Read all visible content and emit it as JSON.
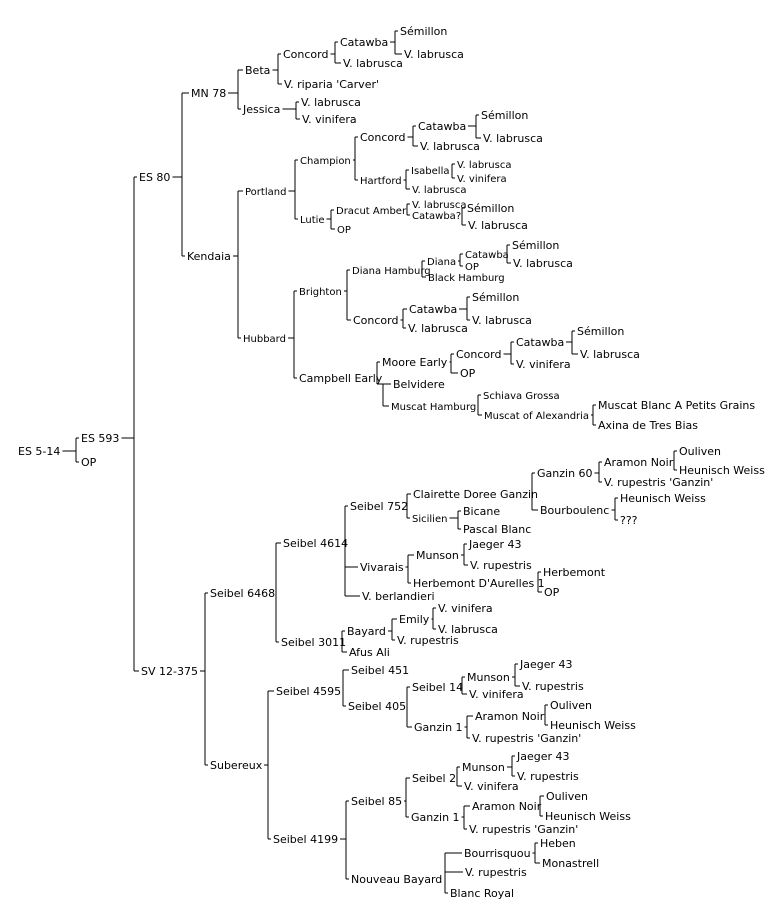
{
  "colors": {
    "background": "#ffffff",
    "ink": "#000000"
  },
  "tree": {
    "name": "ES 5-14",
    "children": [
      {
        "name": "ES 593",
        "children": [
          {
            "name": "ES 80",
            "children": [
              {
                "name": "MN 78",
                "children": [
                  {
                    "name": "Beta",
                    "children": [
                      {
                        "name": "Concord",
                        "children": [
                          {
                            "name": "Catawba",
                            "children": [
                              {
                                "name": "Sémillon"
                              },
                              {
                                "name": "V. labrusca"
                              }
                            ]
                          },
                          {
                            "name": "V. labrusca"
                          }
                        ]
                      },
                      {
                        "name": "V. riparia 'Carver'"
                      }
                    ]
                  },
                  {
                    "name": "Jessica",
                    "children": [
                      {
                        "name": "V. labrusca"
                      },
                      {
                        "name": "V. vinifera"
                      }
                    ]
                  }
                ]
              },
              {
                "name": "Kendaia",
                "children": [
                  {
                    "name": "Portland",
                    "children": [
                      {
                        "name": "Champion",
                        "children": [
                          {
                            "name": "Concord",
                            "children": [
                              {
                                "name": "Catawba",
                                "children": [
                                  {
                                    "name": "Sémillon"
                                  },
                                  {
                                    "name": "V. labrusca"
                                  }
                                ]
                              },
                              {
                                "name": "V. labrusca"
                              }
                            ]
                          },
                          {
                            "name": "Hartford",
                            "children": [
                              {
                                "name": "Isabella",
                                "children": [
                                  {
                                    "name": "V. labrusca"
                                  },
                                  {
                                    "name": "V. vinifera"
                                  }
                                ]
                              },
                              {
                                "name": "V. labrusca"
                              }
                            ]
                          }
                        ]
                      },
                      {
                        "name": "Lutie",
                        "children": [
                          {
                            "name": "Dracut Amber",
                            "children": [
                              {
                                "name": "V. labrusca"
                              },
                              {
                                "name": "Catawba?",
                                "children": [
                                  {
                                    "name": "Sémillon"
                                  },
                                  {
                                    "name": "V. labrusca"
                                  }
                                ]
                              }
                            ]
                          },
                          {
                            "name": "OP"
                          }
                        ]
                      }
                    ]
                  },
                  {
                    "name": "Hubbard",
                    "children": [
                      {
                        "name": "Brighton",
                        "children": [
                          {
                            "name": "Diana Hamburg",
                            "children": [
                              {
                                "name": "Diana",
                                "children": [
                                  {
                                    "name": "Catawba",
                                    "children": [
                                      {
                                        "name": "Sémillon"
                                      },
                                      {
                                        "name": "V. labrusca"
                                      }
                                    ]
                                  },
                                  {
                                    "name": "OP"
                                  }
                                ]
                              },
                              {
                                "name": "Black Hamburg"
                              }
                            ]
                          },
                          {
                            "name": "Concord",
                            "children": [
                              {
                                "name": "Catawba",
                                "children": [
                                  {
                                    "name": "Sémillon"
                                  },
                                  {
                                    "name": "V. labrusca"
                                  }
                                ]
                              },
                              {
                                "name": "V. labrusca"
                              }
                            ]
                          }
                        ]
                      },
                      {
                        "name": "Campbell Early",
                        "children": [
                          {
                            "name": "Moore Early",
                            "children": [
                              {
                                "name": "Concord",
                                "children": [
                                  {
                                    "name": "Catawba",
                                    "children": [
                                      {
                                        "name": "Sémillon"
                                      },
                                      {
                                        "name": "V. labrusca"
                                      }
                                    ]
                                  },
                                  {
                                    "name": "V. vinifera"
                                  }
                                ]
                              },
                              {
                                "name": "OP"
                              }
                            ]
                          },
                          {
                            "name": "Belvidere",
                            "children": [
                              {
                                "name": "Muscat Hamburg",
                                "children": [
                                  {
                                    "name": "Schiava Grossa"
                                  },
                                  {
                                    "name": "Muscat of Alexandria",
                                    "children": [
                                      {
                                        "name": "Muscat Blanc A Petits Grains"
                                      },
                                      {
                                        "name": "Axina de Tres Bias"
                                      }
                                    ]
                                  }
                                ]
                              }
                            ]
                          }
                        ]
                      }
                    ]
                  }
                ]
              }
            ]
          },
          {
            "name": "SV 12-375",
            "children": [
              {
                "name": "Seibel 6468",
                "children": [
                  {
                    "name": "Seibel 4614",
                    "children": [
                      {
                        "name": "Seibel 752",
                        "children": [
                          {
                            "name": "Clairette Doree Ganzin",
                            "children": [
                              {
                                "name": "Ganzin 60",
                                "children": [
                                  {
                                    "name": "Aramon Noir",
                                    "children": [
                                      {
                                        "name": "Ouliven"
                                      },
                                      {
                                        "name": "Heunisch Weiss"
                                      }
                                    ]
                                  },
                                  {
                                    "name": "V. rupestris 'Ganzin'"
                                  }
                                ]
                              },
                              {
                                "name": "Bourboulenc",
                                "children": [
                                  {
                                    "name": "Heunisch Weiss"
                                  },
                                  {
                                    "name": "???"
                                  }
                                ]
                              }
                            ]
                          },
                          {
                            "name": "Sicilien",
                            "children": [
                              {
                                "name": "Bicane"
                              },
                              {
                                "name": "Pascal Blanc"
                              }
                            ]
                          }
                        ]
                      },
                      {
                        "name": "Vivarais",
                        "children": [
                          {
                            "name": "Munson",
                            "children": [
                              {
                                "name": "Jaeger 43"
                              },
                              {
                                "name": "V. rupestris"
                              }
                            ]
                          },
                          {
                            "name": "Herbemont D'Aurelles 1",
                            "children": [
                              {
                                "name": "Herbemont"
                              },
                              {
                                "name": "OP"
                              }
                            ]
                          }
                        ]
                      },
                      {
                        "name": "V. berlandieri"
                      }
                    ]
                  },
                  {
                    "name": "Seibel 3011",
                    "children": [
                      {
                        "name": "Bayard",
                        "children": [
                          {
                            "name": "Emily",
                            "children": [
                              {
                                "name": "V. vinifera"
                              },
                              {
                                "name": "V. labrusca"
                              }
                            ]
                          },
                          {
                            "name": "V. rupestris"
                          }
                        ]
                      },
                      {
                        "name": "Afus Ali"
                      }
                    ]
                  }
                ]
              },
              {
                "name": "Subereux",
                "children": [
                  {
                    "name": "Seibel 4595",
                    "children": [
                      {
                        "name": "Seibel 451"
                      },
                      {
                        "name": "Seibel 405",
                        "children": [
                          {
                            "name": "Seibel 14",
                            "children": [
                              {
                                "name": "Munson",
                                "children": [
                                  {
                                    "name": "Jaeger 43"
                                  },
                                  {
                                    "name": "V. rupestris"
                                  }
                                ]
                              },
                              {
                                "name": "V. vinifera"
                              }
                            ]
                          },
                          {
                            "name": "Ganzin 1",
                            "children": [
                              {
                                "name": "Aramon Noir",
                                "children": [
                                  {
                                    "name": "Ouliven"
                                  },
                                  {
                                    "name": "Heunisch Weiss"
                                  }
                                ]
                              },
                              {
                                "name": "V. rupestris 'Ganzin'"
                              }
                            ]
                          }
                        ]
                      }
                    ]
                  },
                  {
                    "name": "Seibel 4199",
                    "children": [
                      {
                        "name": "Seibel 85",
                        "children": [
                          {
                            "name": "Seibel 2",
                            "children": [
                              {
                                "name": "Munson",
                                "children": [
                                  {
                                    "name": "Jaeger 43"
                                  },
                                  {
                                    "name": "V. rupestris"
                                  }
                                ]
                              },
                              {
                                "name": "V. vinifera"
                              }
                            ]
                          },
                          {
                            "name": "Ganzin 1",
                            "children": [
                              {
                                "name": "Aramon Noir",
                                "children": [
                                  {
                                    "name": "Ouliven"
                                  },
                                  {
                                    "name": "Heunisch Weiss"
                                  }
                                ]
                              },
                              {
                                "name": "V. rupestris 'Ganzin'"
                              }
                            ]
                          }
                        ]
                      },
                      {
                        "name": "Nouveau Bayard",
                        "children": [
                          {
                            "name": "Bourrisquou",
                            "children": [
                              {
                                "name": "Heben"
                              },
                              {
                                "name": "Monastrell"
                              }
                            ]
                          },
                          {
                            "name": "V. rupestris"
                          },
                          {
                            "name": "Blanc Royal"
                          }
                        ]
                      }
                    ]
                  }
                ]
              }
            ]
          }
        ]
      },
      {
        "name": "OP"
      }
    ]
  }
}
